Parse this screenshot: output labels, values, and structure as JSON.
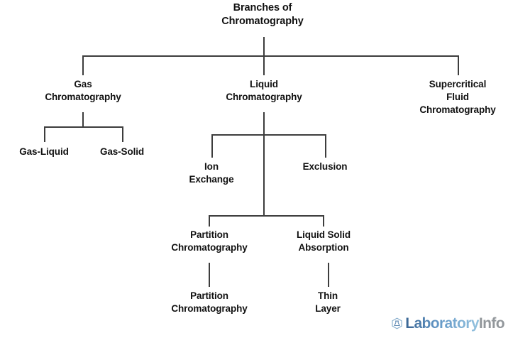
{
  "diagram": {
    "title": "Branches of Chromatography",
    "type": "tree-diagram",
    "line_color": "#3d3d3d",
    "text_color": "#111111",
    "background": "#ffffff",
    "nodes": {
      "root": "Branches of\nChromatography",
      "gas_chromatography": "Gas\nChromatography",
      "liquid_chromatography": "Liquid\nChromatography",
      "supercritical_fluid_chromatography": "Supercritical\nFluid\nChromatography",
      "gas_liquid": "Gas-Liquid",
      "gas_solid": "Gas-Solid",
      "ion_exchange": "Ion\nExchange",
      "exclusion": "Exclusion",
      "partition_chromatography": "Partition\nChromatography",
      "liquid_solid_absorption": "Liquid Solid\nAbsorption",
      "partition_chromatography_leaf": "Partition\nChromatography",
      "thin_layer": "Thin\nLayer"
    }
  },
  "watermark": {
    "brand_primary": "Laboratory",
    "brand_secondary": "Info",
    "mark_icon": "hexagon-flask-icon",
    "color_primary": "#3f77ab",
    "color_secondary": "#8d9296"
  }
}
